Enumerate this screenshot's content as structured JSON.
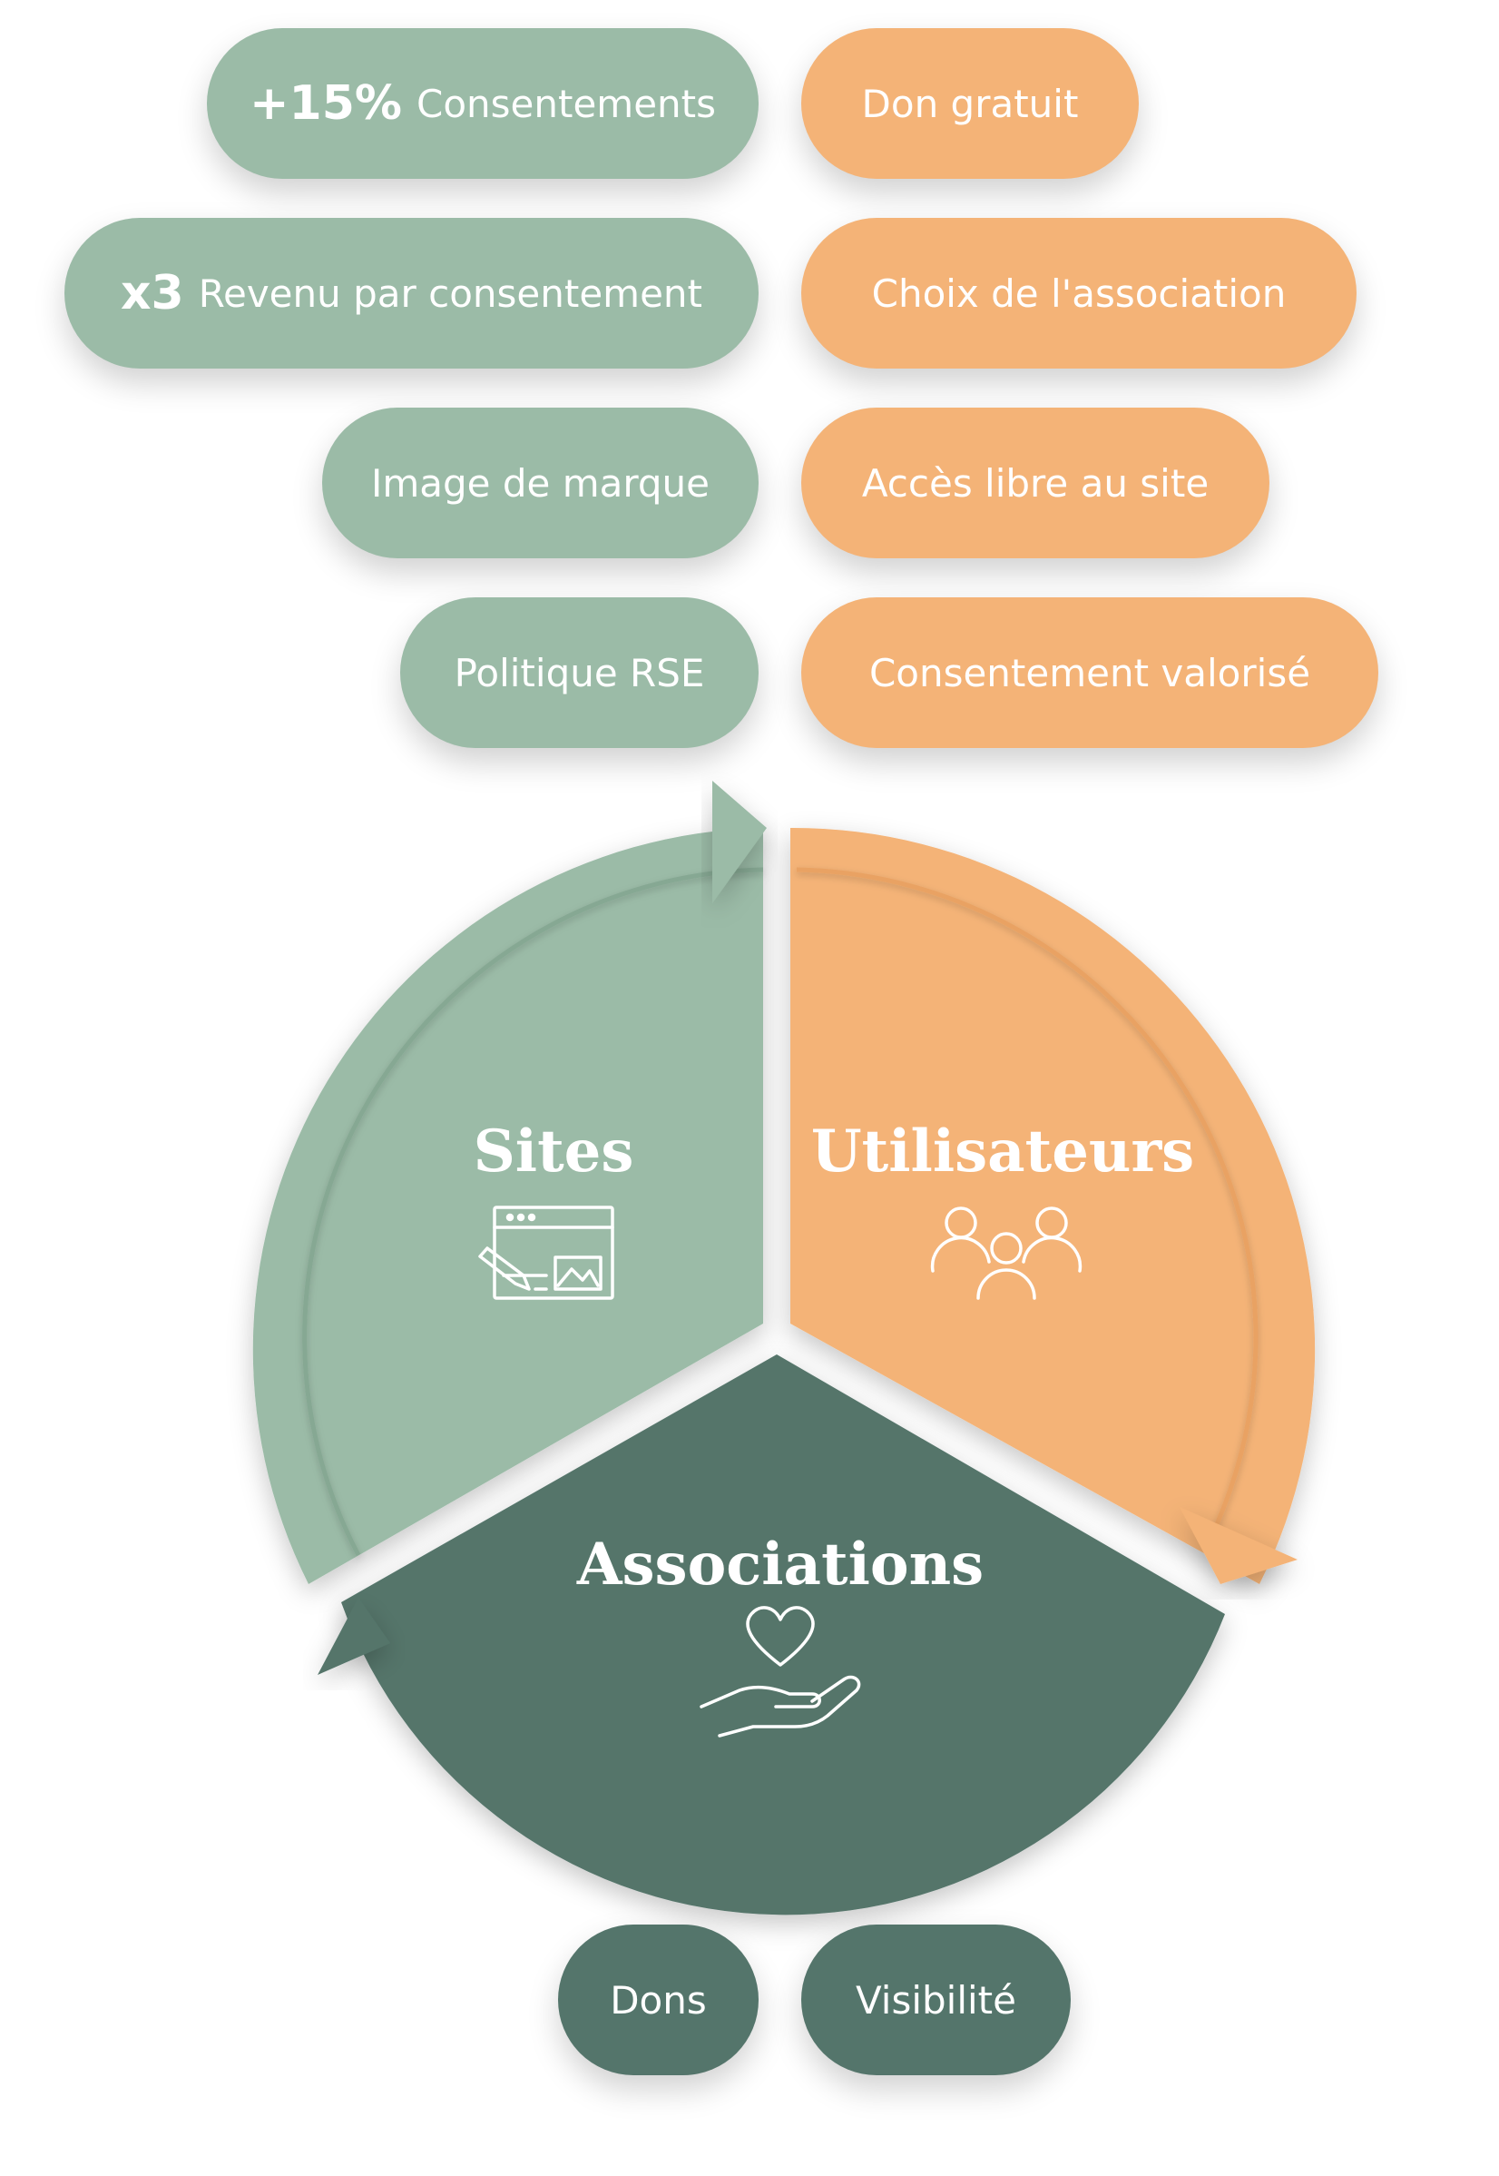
{
  "benefits_sites": [
    {
      "strong": "+15%",
      "text": "Consentements"
    },
    {
      "strong": "x3",
      "text": "Revenu par consentement"
    },
    {
      "strong": "",
      "text": "Image de marque"
    },
    {
      "strong": "",
      "text": "Politique RSE"
    }
  ],
  "benefits_users": [
    {
      "text": "Don gratuit"
    },
    {
      "text": "Choix de l'association"
    },
    {
      "text": "Accès libre au site"
    },
    {
      "text": "Consentement valorisé"
    }
  ],
  "segments": {
    "sites": {
      "label": "Sites",
      "icon": "browser-edit-icon",
      "color": "#9bbba7"
    },
    "users": {
      "label": "Utilisateurs",
      "icon": "users-group-icon",
      "color": "#f4b377"
    },
    "associations": {
      "label": "Associations",
      "icon": "heart-hand-icon",
      "color": "#54756b"
    }
  },
  "benefits_associations": [
    {
      "text": "Dons"
    },
    {
      "text": "Visibilité"
    }
  ]
}
